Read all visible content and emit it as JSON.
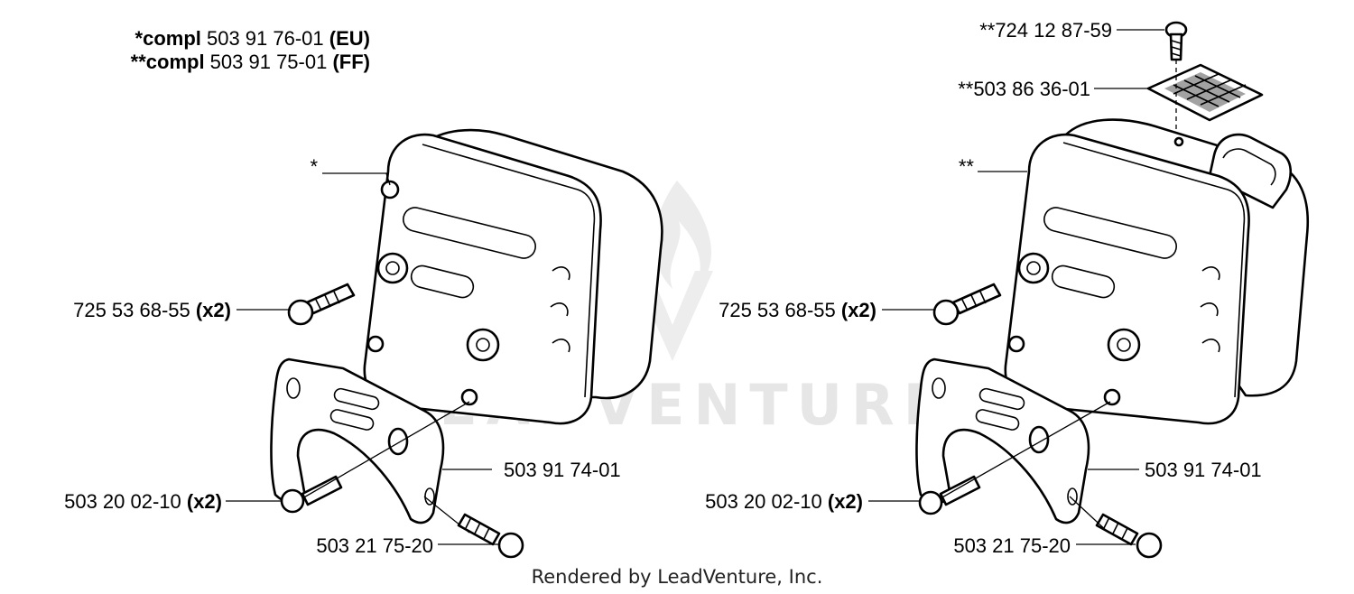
{
  "header": {
    "compl_eu": {
      "prefix": "*compl",
      "number": " 503 91 76-01 ",
      "suffix": "(EU)"
    },
    "compl_ff": {
      "prefix": "**compl",
      "number": " 503 91 75-01 ",
      "suffix": "(FF)"
    }
  },
  "left_assembly": {
    "muffler_callout": "*",
    "screw_label": {
      "number": "725 53 68-55 ",
      "qty": "(x2)"
    },
    "bracket_label": "503 91 74-01",
    "bolt_label": {
      "number": "503 20 02-10 ",
      "qty": "(x2)"
    },
    "bottom_screw_label": "503 21 75-20"
  },
  "right_assembly": {
    "muffler_callout": "**",
    "top_screw_label": "**724 12 87-59",
    "screen_label": "**503 86 36-01",
    "screw_label": {
      "number": "725 53 68-55 ",
      "qty": "(x2)"
    },
    "bracket_label": "503 91 74-01",
    "bolt_label": {
      "number": "503 20 02-10 ",
      "qty": "(x2)"
    },
    "bottom_screw_label": "503 21 75-20"
  },
  "watermark": "LEADVENTURE",
  "footer": "Rendered by LeadVenture, Inc."
}
